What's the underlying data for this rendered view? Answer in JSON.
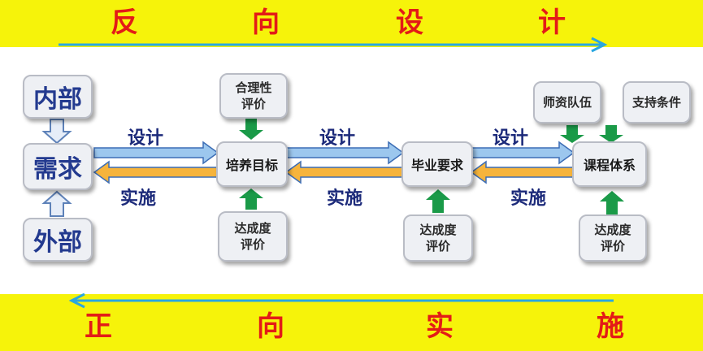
{
  "top_banner": {
    "chars": [
      "反",
      "向",
      "设",
      "计"
    ]
  },
  "bottom_banner": {
    "chars": [
      "正",
      "向",
      "实",
      "施"
    ]
  },
  "nodes": {
    "internal": "内部",
    "demand": "需求",
    "external": "外部",
    "training_goal": "培养目标",
    "graduation_req": "毕业要求",
    "curriculum": "课程体系",
    "rationality_eval": "合理性\n评价",
    "achievement_eval": "达成度\n评价",
    "faculty": "师资队伍",
    "support": "支持条件"
  },
  "labels": {
    "design": "设计",
    "implement": "实施"
  },
  "colors": {
    "banner": "#f6f30a",
    "banner_text": "#e31b17",
    "flow_line": "#2aa7e0",
    "green_arrow": "#1a9a48",
    "design_arrow": "#9cc7ee",
    "implement_arrow": "#f6b43c"
  }
}
